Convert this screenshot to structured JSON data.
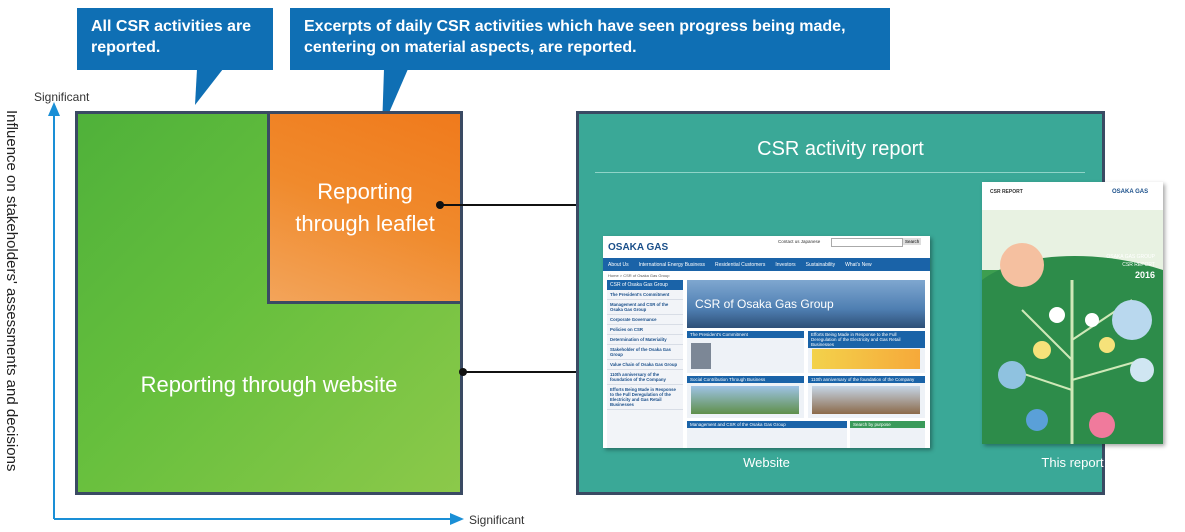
{
  "callouts": {
    "all_activities": "All CSR activities are reported.",
    "excerpts": "Excerpts of daily CSR activities which have seen progress being made, centering on material aspects, are reported."
  },
  "axes": {
    "y_top_label": "Significant",
    "y_axis_title": "Influence on stakeholders' assessments and decisions",
    "x_right_label": "Significant"
  },
  "boxes": {
    "leaflet_line1": "Reporting",
    "leaflet_line2": "through leaflet",
    "website": "Reporting through website"
  },
  "report_panel": {
    "title": "CSR activity report",
    "website_caption": "Website",
    "report_caption": "This report"
  },
  "website_thumb": {
    "logo": "OSAKA GAS",
    "top_links": "Contact us  Japanese",
    "search_button": "Search",
    "nav": [
      "About Us",
      "International Energy Business",
      "Residential Customers",
      "Investors",
      "Sustainability",
      "What's New"
    ],
    "breadcrumb": "Home > CSR of Osaka Gas Group",
    "left_header": "CSR of Osaka Gas Group",
    "left_items": [
      "The President's Commitment",
      "Management and CSR of the Osaka Gas Group",
      "Corporate Governance",
      "Policies on CSR",
      "Determination of Materiality",
      "Stakeholder of the Osaka Gas Group",
      "Value Chain of Osaka Gas Group",
      "110th anniversary of the foundation of the Company",
      "Efforts Being Made in Response to the Full Deregulation of the Electricity and Gas Retail Businesses"
    ],
    "hero": "CSR of Osaka Gas Group",
    "box1": "The President's Commitment",
    "box2": "Efforts Being Made in Response to the Full Deregulation of the Electricity and Gas Retail Businesses",
    "box3": "Social Contribution Through Business",
    "box4": "110th anniversary of the foundation of the Company",
    "box5": "Management and CSR of the Osaka Gas Group",
    "box6": "Search by purpose"
  },
  "cover_thumb": {
    "label": "CSR REPORT",
    "logo": "OSAKA GAS",
    "group": "OSAKA GAS GROUP",
    "subtitle": "CSR REPORT",
    "year": "2016"
  },
  "colors": {
    "callout": "#0f6fb4",
    "outer_green": "#5db83c",
    "leaflet_orange": "#f08a2c",
    "panel_teal": "#3aa897",
    "border": "#3a4a63",
    "axis": "#1a8fd6"
  }
}
